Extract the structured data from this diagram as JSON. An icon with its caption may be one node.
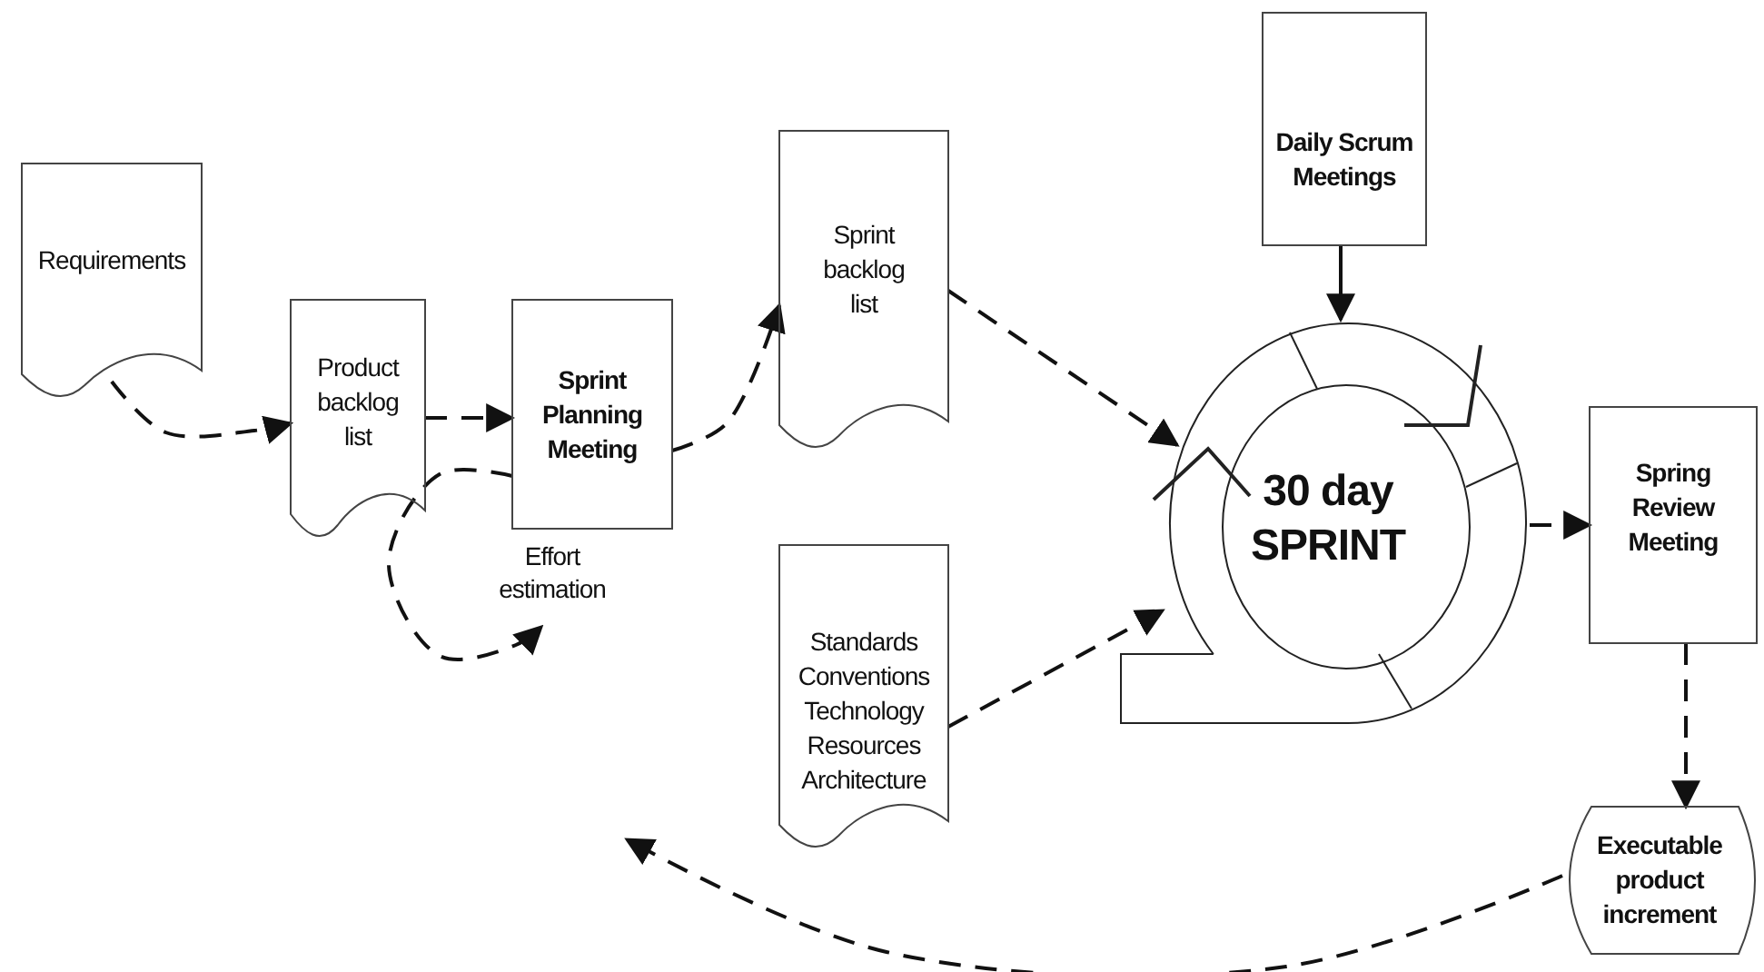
{
  "diagram": {
    "nodes": [
      {
        "text": [
          "Requirements"
        ]
      },
      {
        "text": [
          "Product backlog list"
        ]
      },
      {
        "text": [
          "Sprint Planning Meeting"
        ]
      },
      {
        "text": [
          "Sprint backlog list"
        ]
      },
      {
        "text": [
          "Daily Scrum Meetings"
        ]
      },
      {
        "text": [
          "Standards Conventions Technology Resources Architecture"
        ]
      },
      {
        "text": [
          "30 day SPRINT"
        ]
      },
      {
        "text": [
          "Spring Review Meeting"
        ]
      },
      {
        "text": [
          "Executable product increment"
        ]
      },
      {
        "text": [
          "Effort estimation"
        ]
      }
    ],
    "edges": [
      {
        "from": 0,
        "to": 1,
        "arrow": "to",
        "style": "dashed"
      },
      {
        "from": 1,
        "to": 2,
        "arrow": "to",
        "style": "dashed"
      },
      {
        "from": 2,
        "to": 3,
        "arrow": "to",
        "style": "dashed"
      },
      {
        "from": 3,
        "to": 6,
        "arrow": "to",
        "style": "dashed"
      },
      {
        "from": 5,
        "to": 6,
        "arrow": "to",
        "style": "dashed"
      },
      {
        "from": 4,
        "to": 6,
        "arrow": "to"
      },
      {
        "from": 6,
        "to": 7,
        "arrow": "to",
        "style": "dashed"
      },
      {
        "from": 7,
        "to": 8,
        "arrow": "to",
        "style": "dashed"
      },
      {
        "from": 2,
        "to": 9,
        "arrow": "to",
        "style": "dashed"
      },
      {
        "from": 8,
        "to": null,
        "arrow": "to",
        "style": "dashed"
      }
    ]
  }
}
